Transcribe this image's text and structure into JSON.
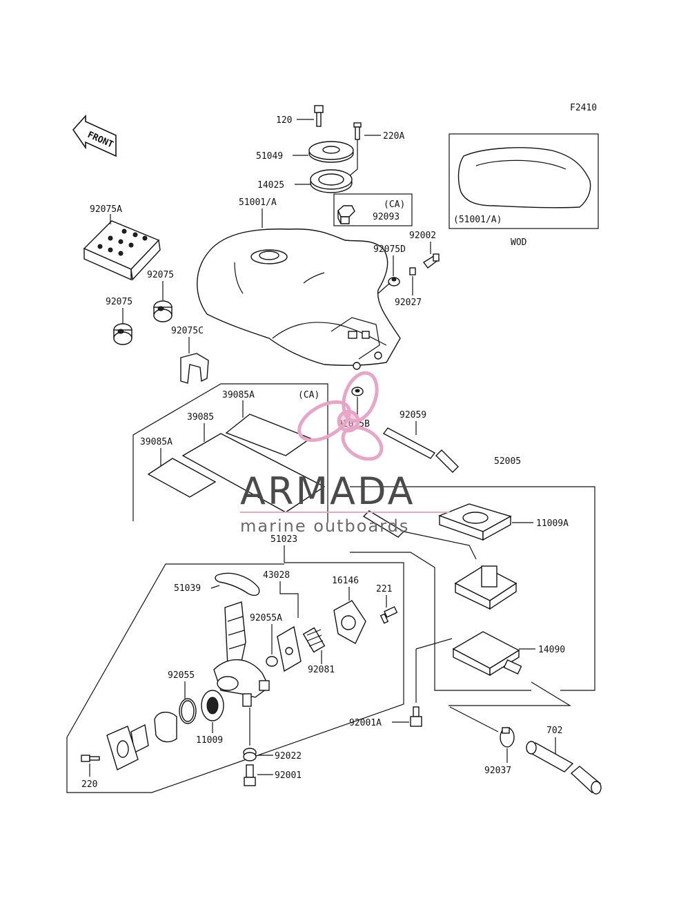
{
  "figure_code": "F2410",
  "front_label": "FRONT",
  "variant_note": "WOD",
  "watermark": {
    "brand": "ARMADA",
    "tagline": "marine outboards",
    "accent": "#e8a6c6",
    "text_color": "#4a4a4a"
  },
  "parts": {
    "p120": "120",
    "p220A": "220A",
    "p51049": "51049",
    "p14025": "14025",
    "pCA1": "(CA)",
    "p92093": "92093",
    "p51001A": "51001/A",
    "p92075A": "92075A",
    "p92075D": "92075D",
    "p92002": "92002",
    "p92027": "92027",
    "p92075a": "92075",
    "p92075b": "92075",
    "p92075C": "92075C",
    "p51001A_box": "(51001/A)",
    "p39085A_top": "39085A",
    "pCA2": "(CA)",
    "p39085": "39085",
    "p39085A": "39085A",
    "p92075B": "92075B",
    "p92059": "92059",
    "p52005": "52005",
    "p11009A": "11009A",
    "p51023": "51023",
    "p43028": "43028",
    "p16146": "16146",
    "p221": "221",
    "p51039": "51039",
    "p92055A": "92055A",
    "p92081": "92081",
    "p14090": "14090",
    "p92055": "92055",
    "p11009": "11009",
    "p92001A": "92001A",
    "p702": "702",
    "p92022": "92022",
    "p92037": "92037",
    "p220": "220",
    "p92001": "92001"
  }
}
